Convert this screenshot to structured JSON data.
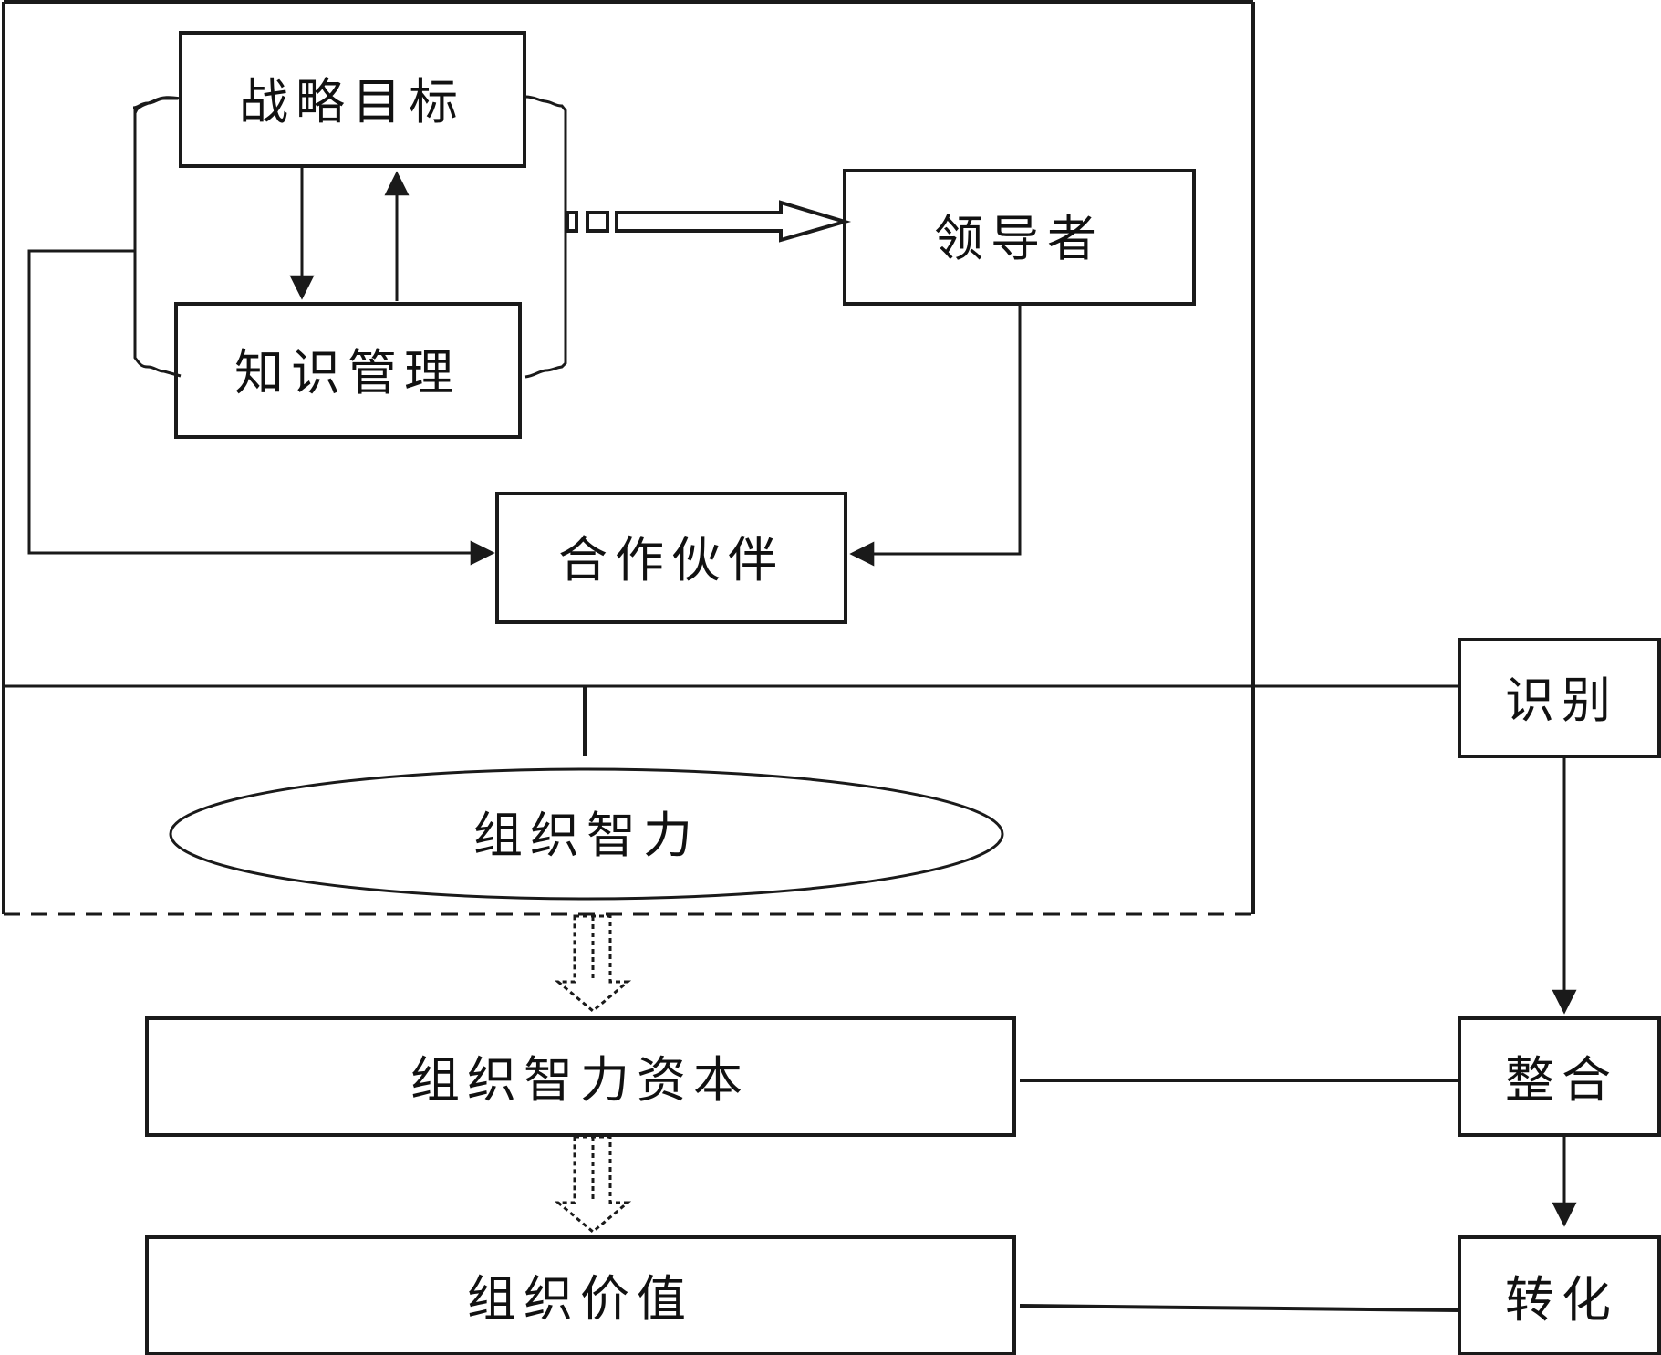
{
  "nodes": {
    "strategy_goal": "战略目标",
    "knowledge_mgmt": "知识管理",
    "leader": "领导者",
    "partner": "合作伙伴",
    "org_intelligence": "组织智力",
    "identify": "识别",
    "integrate": "整合",
    "transform": "转化",
    "org_intellectual_capital": "组织智力资本",
    "org_value": "组织价值"
  },
  "colors": {
    "stroke": "#1a1a1a",
    "background": "#ffffff"
  }
}
